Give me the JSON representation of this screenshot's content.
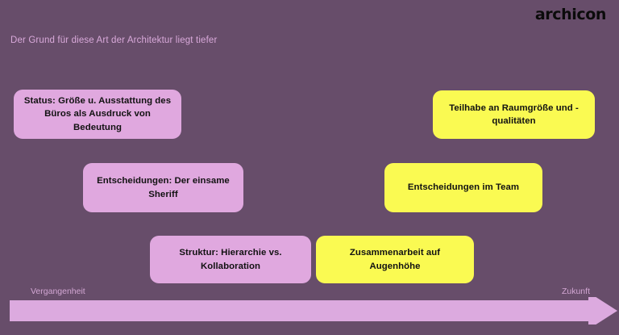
{
  "brand": {
    "logo_text": "archicon",
    "logo_color": "#0B0B0B"
  },
  "slide": {
    "background_color": "#674D6A",
    "subtitle": "Der Grund für diese Art der Architektur liegt tiefer"
  },
  "palette": {
    "pink": "#E0A8DF",
    "yellow": "#FAFA52",
    "text_dark": "#121212",
    "accent_light": "#D9A9DA"
  },
  "cards": {
    "status": {
      "text": "Status: Größe u. Ausstattung des Büros als Ausdruck von Bedeutung",
      "color": "pink"
    },
    "teilhabe": {
      "text": "Teilhabe an Raumgröße und -qualitäten",
      "color": "yellow"
    },
    "entscheidungen_sheriff": {
      "text": "Entscheidungen: Der einsame Sheriff",
      "color": "pink"
    },
    "entscheidungen_team": {
      "text": "Entscheidungen im Team",
      "color": "yellow"
    },
    "struktur": {
      "text": "Struktur: Hierarchie vs. Kollaboration",
      "color": "pink"
    },
    "zusammenarbeit": {
      "text": "Zusammenarbeit auf Augenhöhe",
      "color": "yellow"
    }
  },
  "timeline": {
    "past_label": "Vergangenheit",
    "future_label": "Zukunft",
    "arrow_color": "#DCAADF",
    "direction": "left-to-right"
  }
}
